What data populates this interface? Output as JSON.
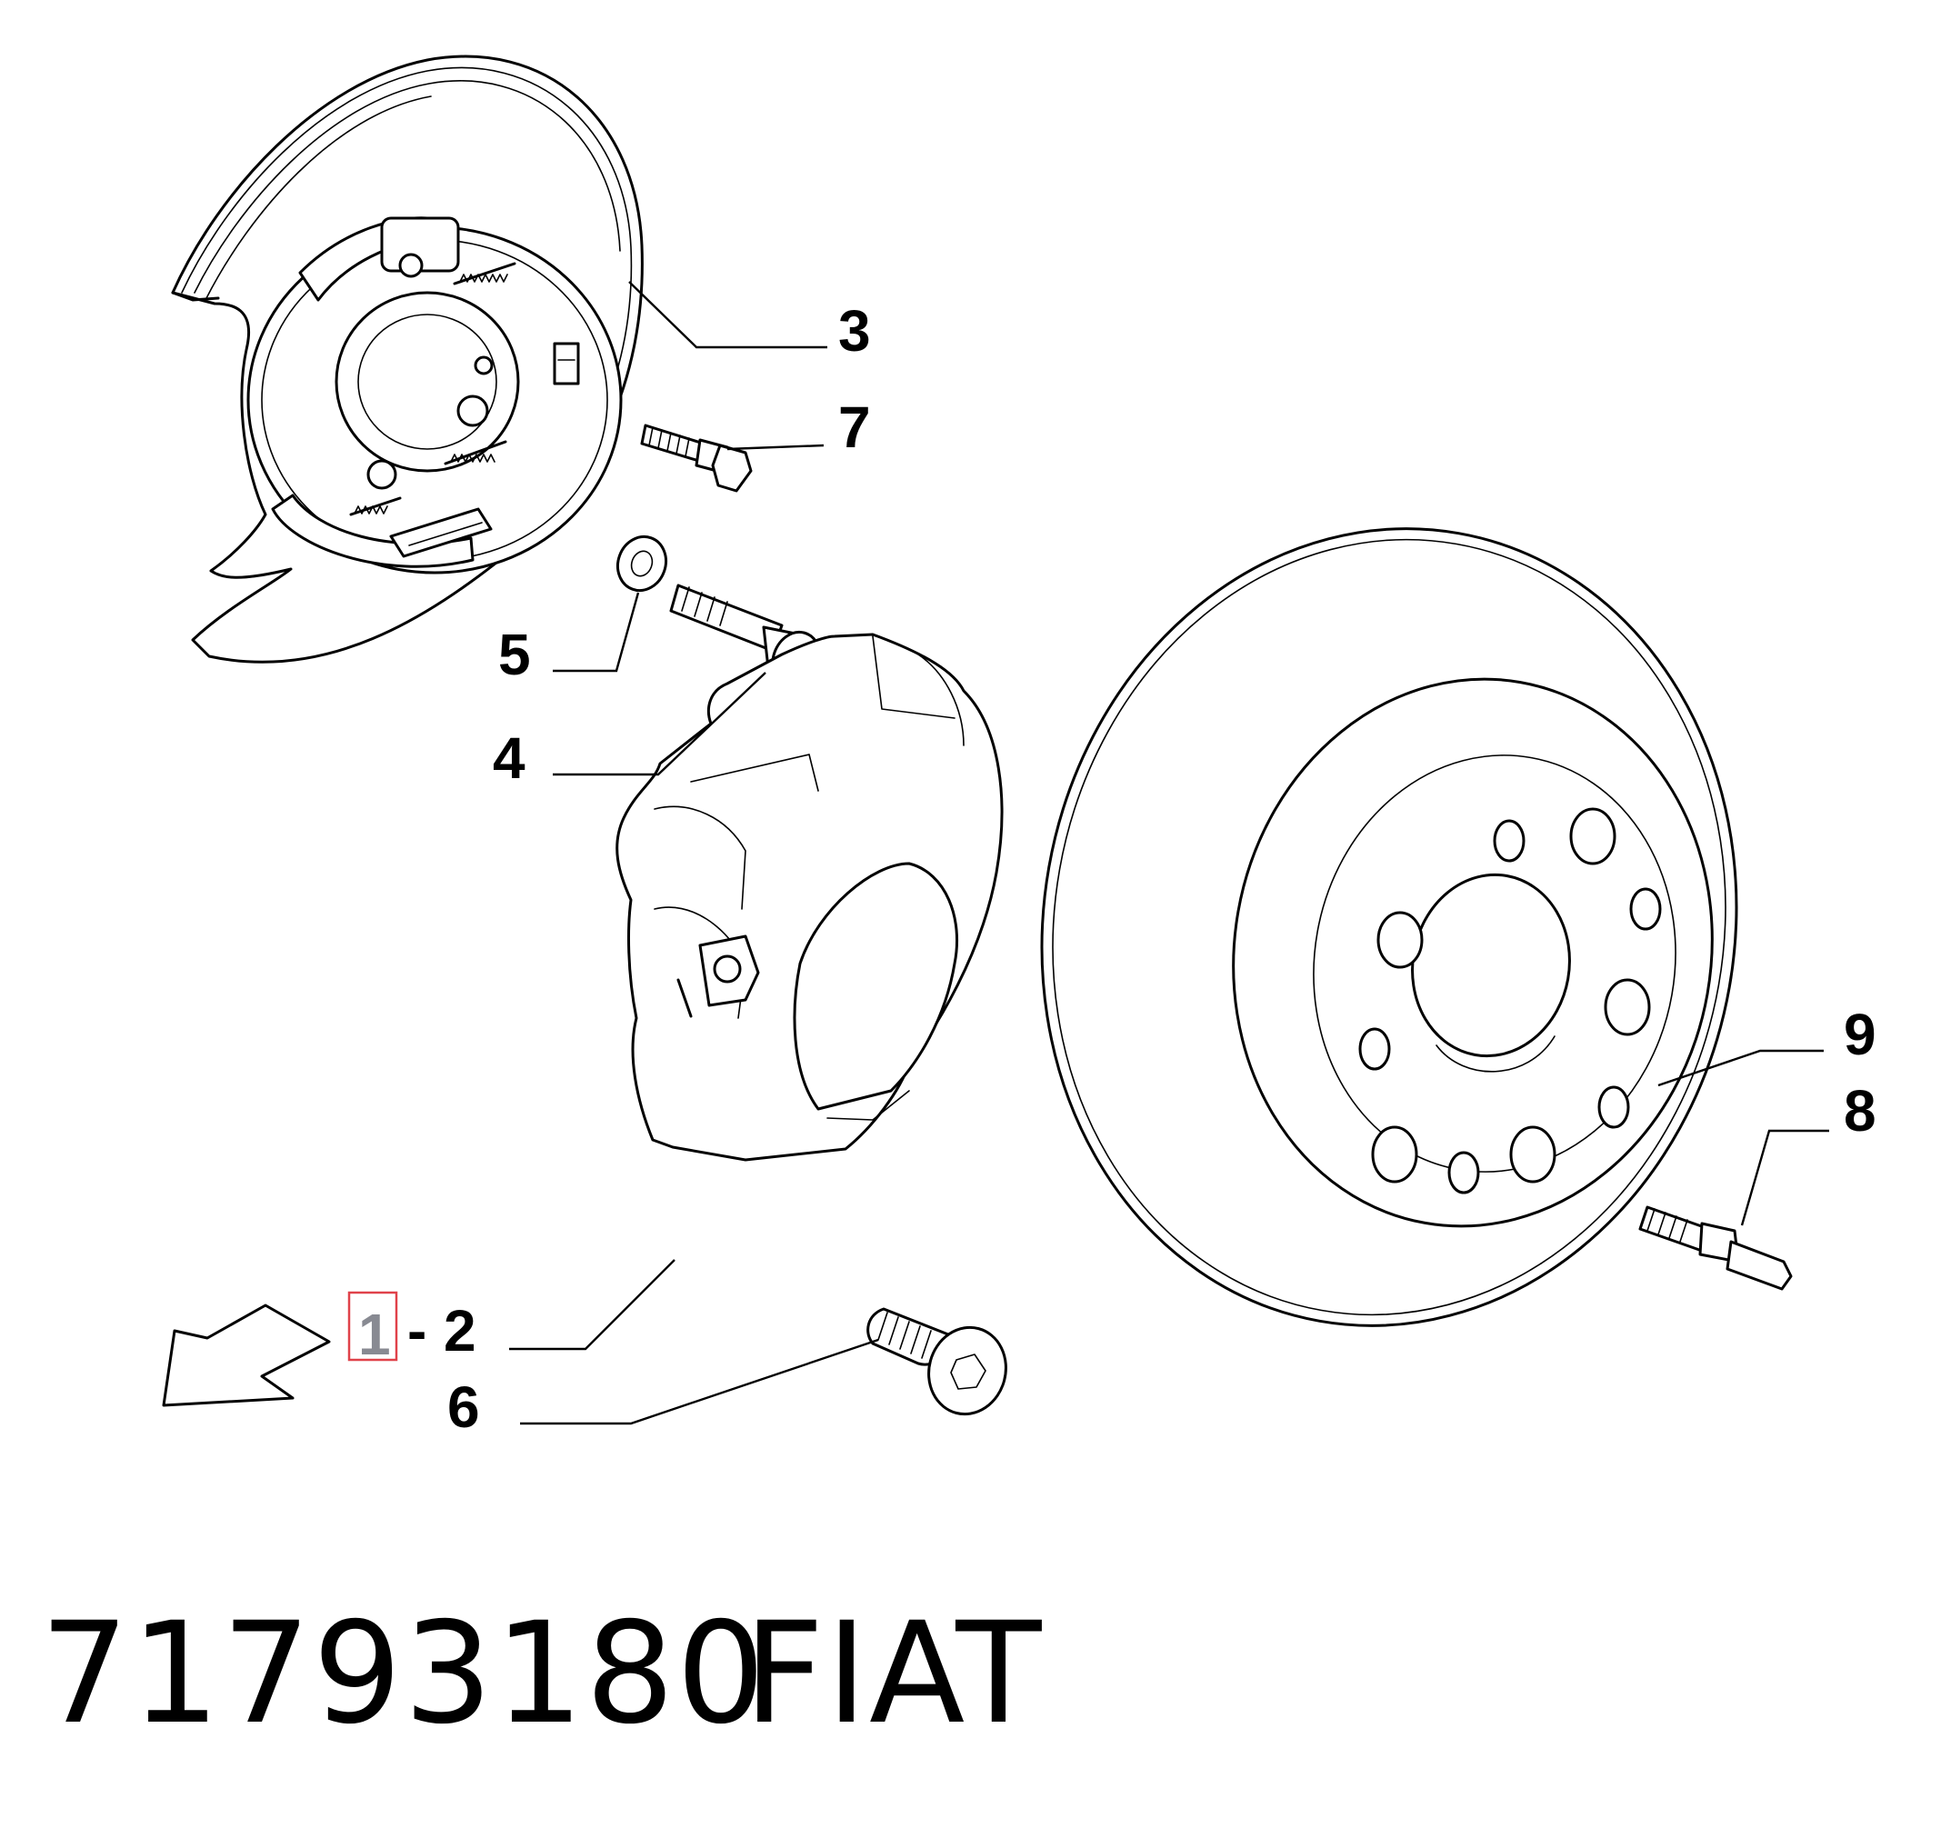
{
  "diagram": {
    "callouts": [
      {
        "id": "3",
        "label": "3"
      },
      {
        "id": "7",
        "label": "7"
      },
      {
        "id": "5",
        "label": "5"
      },
      {
        "id": "4",
        "label": "4"
      },
      {
        "id": "9",
        "label": "9"
      },
      {
        "id": "8",
        "label": "8"
      },
      {
        "id": "6",
        "label": "6"
      }
    ],
    "range_callout": {
      "highlighted": "1",
      "separator": "-",
      "end": "2",
      "highlight_color": "#e0424a"
    },
    "arrow_icon": "direction-arrow-icon"
  },
  "footer": {
    "part_number": "71793180",
    "brand": "FIAT"
  }
}
